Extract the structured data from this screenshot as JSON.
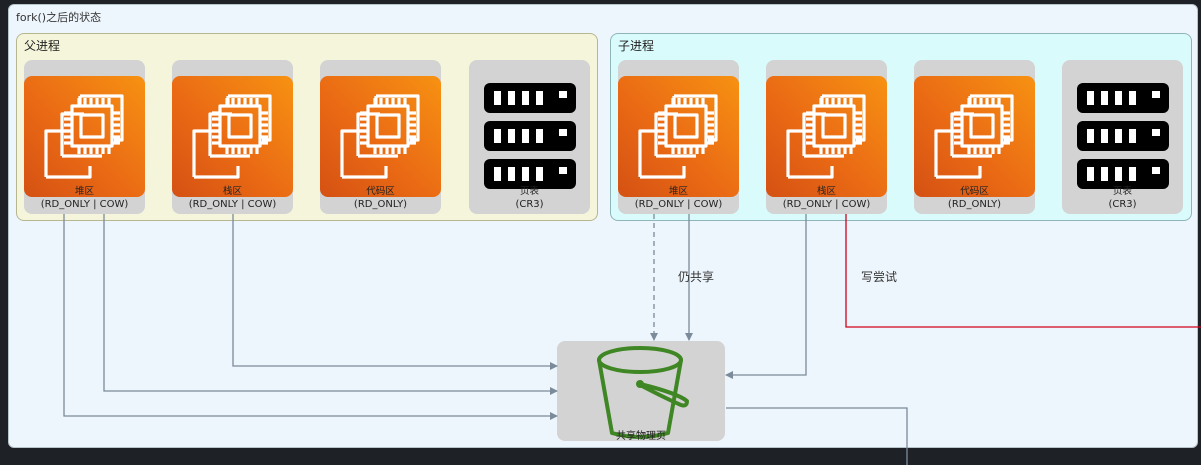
{
  "outer_label": "fork()之后的状态",
  "parent": {
    "label": "父进程",
    "cards": [
      {
        "icon": "ec2-instance-icon",
        "line1": "堆区",
        "line2": "(RD_ONLY | COW)"
      },
      {
        "icon": "ec2-instance-icon",
        "line1": "栈区",
        "line2": "(RD_ONLY | COW)"
      },
      {
        "icon": "ec2-instance-icon",
        "line1": "代码区",
        "line2": "(RD_ONLY)"
      },
      {
        "icon": "server-rack-icon",
        "line1": "页表",
        "line2": "(CR3)"
      }
    ]
  },
  "child": {
    "label": "子进程",
    "cards": [
      {
        "icon": "ec2-instance-icon",
        "line1": "堆区",
        "line2": "(RD_ONLY | COW)"
      },
      {
        "icon": "ec2-instance-icon",
        "line1": "栈区",
        "line2": "(RD_ONLY | COW)"
      },
      {
        "icon": "ec2-instance-icon",
        "line1": "代码区",
        "line2": "(RD_ONLY)"
      },
      {
        "icon": "server-rack-icon",
        "line1": "页表",
        "line2": "(CR3)"
      }
    ]
  },
  "edges": {
    "still_shared": "仍共享",
    "write_attempt": "写尝试"
  },
  "shared_page": {
    "label": "共享物理页",
    "icon": "s3-bucket-icon"
  },
  "colors": {
    "orange_accent": "#ed7100",
    "bucket_green": "#3f8624",
    "arrow_gray": "#7b8b9a",
    "write_red": "#d0021b"
  }
}
